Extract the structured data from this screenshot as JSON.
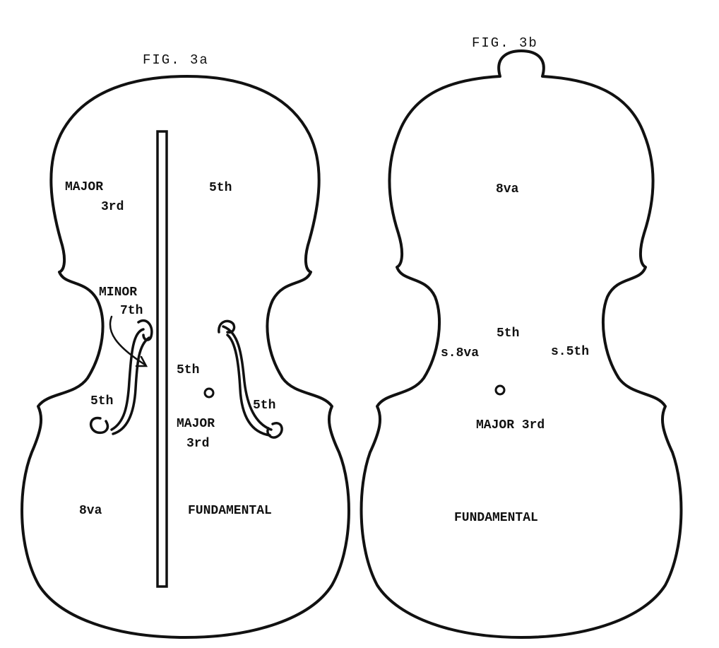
{
  "colors": {
    "ink": "#111111",
    "paper": "#ffffff"
  },
  "fig_a": {
    "title": "FIG. 3a",
    "labels": {
      "major3rd_upper_a": "MAJOR",
      "major3rd_upper_b": "3rd",
      "fifth_upper": "5th",
      "minor7th_a": "MINOR",
      "minor7th_b": "7th",
      "fifth_center": "5th",
      "fifth_left_fhole": "5th",
      "fifth_right_fhole": "5th",
      "major3rd_center_a": "MAJOR",
      "major3rd_center_b": "3rd",
      "octave_lower": "8va",
      "fundamental": "FUNDAMENTAL"
    }
  },
  "fig_b": {
    "title": "FIG. 3b",
    "labels": {
      "octave_upper": "8va",
      "fifth_center": "5th",
      "s_octave": "s.8va",
      "s_fifth": "s.5th",
      "major3rd": "MAJOR 3rd",
      "fundamental": "FUNDAMENTAL"
    }
  }
}
